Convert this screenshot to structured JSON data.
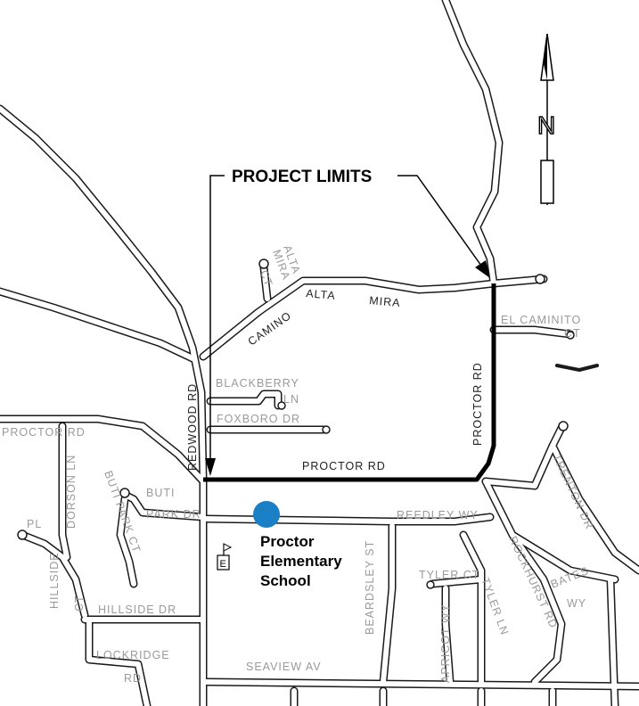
{
  "map": {
    "title": "PROJECT LIMITS",
    "north_label": "N",
    "school": {
      "line1": "Proctor",
      "line2": "Elementary",
      "line3": "School",
      "marker_color": "#1a7fc4",
      "marker_icon": "school-dot-icon"
    },
    "school_symbol_label": "E",
    "streets": {
      "camino": "CAMINO",
      "alta": "ALTA",
      "mira": "MIRA",
      "alta_mira_ct_1": "ALTA",
      "alta_mira_ct_2": "MIRA",
      "alta_mira_ct_3": "CT",
      "el_caminito": "EL CAMINITO",
      "el_caminito_ct": "CT",
      "proctor_rd_vertical": "PROCTOR RD",
      "proctor_rd_bottom": "PROCTOR RD",
      "proctor_rd_left": "PROCTOR RD",
      "redwood_rd": "REDWOOD RD",
      "blackberry": "BLACKBERRY",
      "blackberry_ln": "LN",
      "foxboro_dr": "FOXBORO DR",
      "dorson_ln": "DORSON LN",
      "buti_park_ct": "BUTI PARK CT",
      "buti": "BUTI",
      "park_dr": "PARK DR",
      "pl": "PL",
      "hillside_ct": "HILLSIDE",
      "hillside_ct_suffix": "CT",
      "hillside_dr": "HILLSIDE DR",
      "lockridge": "LOCKRIDGE",
      "lockridge_rd": "RD",
      "seaview_av": "SEAVIEW AV",
      "reedley_wy": "REEDLEY WY",
      "beardsley_st": "BEARDSLEY ST",
      "tyler_ct": "TYLER CT",
      "tyler_ln": "TYLER LN",
      "apricot_wy": "APRICOT WY",
      "rockhurst_rd": "ROCKHURST RD",
      "trenton_dr": "TRENTON DR",
      "bates": "BATES",
      "bates_wy": "WY"
    },
    "colors": {
      "project_route": "#000000",
      "road_outline": "#1a1a1a",
      "label_gray": "#9a9a9a"
    }
  }
}
